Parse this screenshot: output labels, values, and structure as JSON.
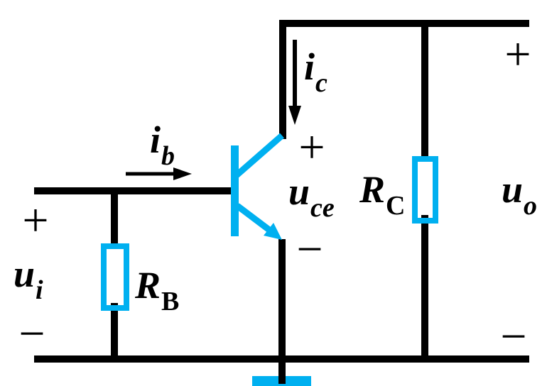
{
  "diagram": {
    "kind": "circuit-schematic",
    "description": "Common-emitter BJT amplifier: input ui across RB feeding base, NPN transistor, collector resistor RC to supply rail, output uo, base current ib, collector current ic, collector-emitter voltage uce, grounded emitter"
  },
  "colors": {
    "wire": "#000000",
    "device": "#00b0f0",
    "background": "#ffffff",
    "text": "#000000"
  },
  "labels": {
    "base_current": {
      "main": "i",
      "sub": "b"
    },
    "collector_current": {
      "main": "i",
      "sub": "c"
    },
    "input_voltage": {
      "main": "u",
      "sub": "i"
    },
    "output_voltage": {
      "main": "u",
      "sub": "o"
    },
    "ce_voltage": {
      "main": "u",
      "sub": "ce"
    },
    "base_resistor": {
      "main": "R",
      "sub": "B"
    },
    "collector_resistor": {
      "main": "R",
      "sub": "C"
    }
  },
  "signs": {
    "input_plus": "+",
    "input_minus": "−",
    "ce_plus": "+",
    "ce_minus": "−",
    "output_plus": "+",
    "output_minus": "−"
  }
}
